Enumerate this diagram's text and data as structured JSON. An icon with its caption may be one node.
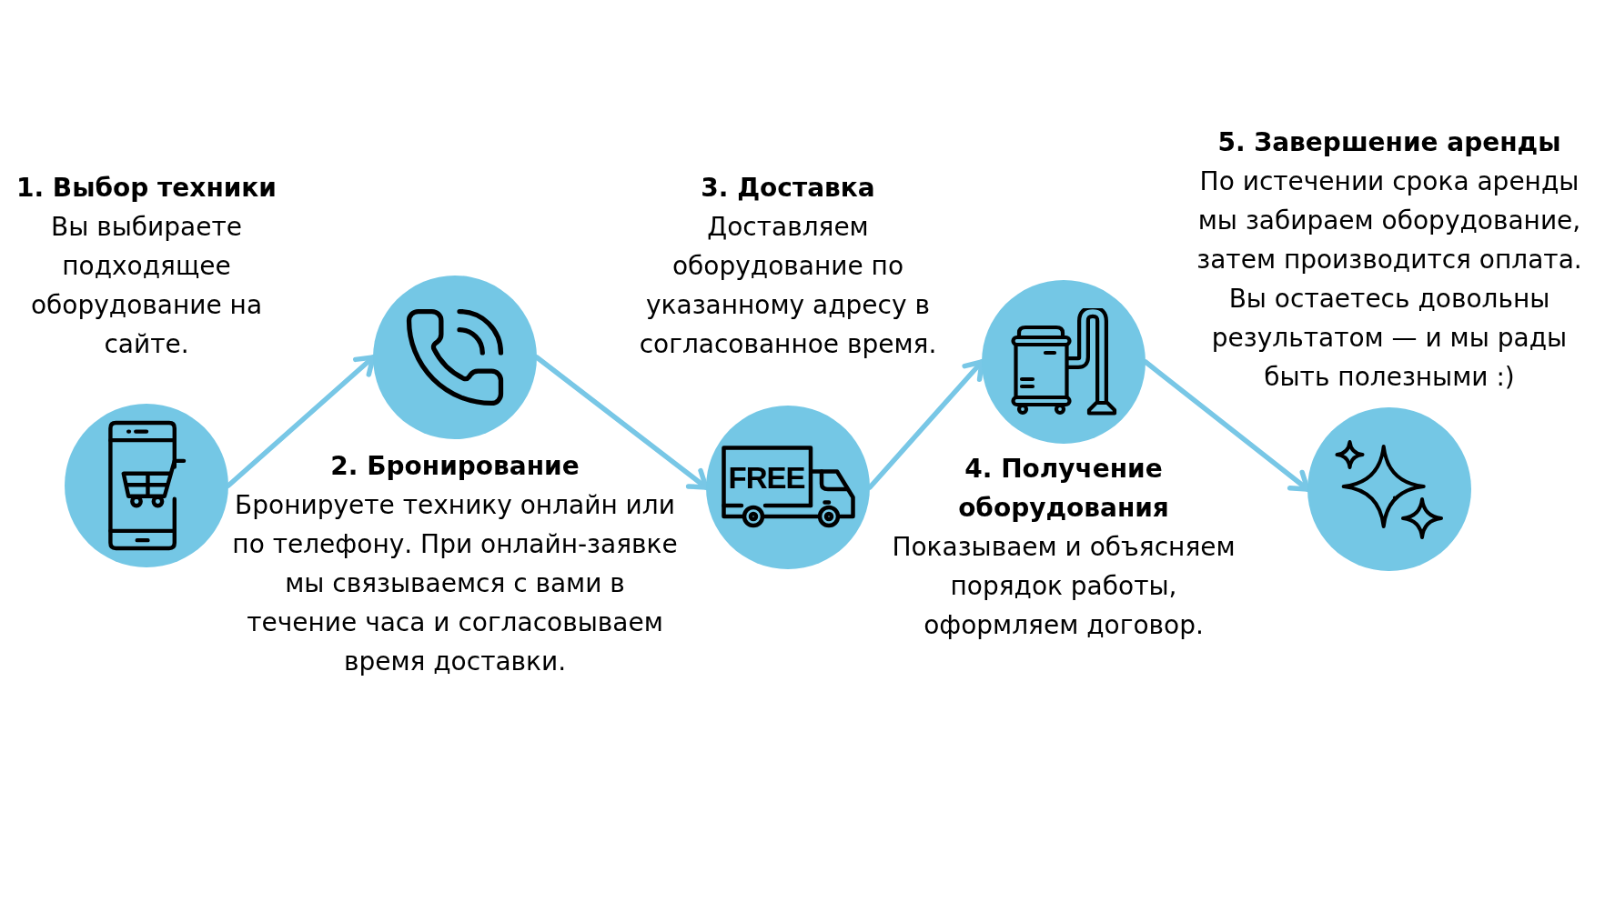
{
  "diagram": {
    "nodes": [
      {
        "text": [
          "1. Выбор техники",
          "Вы выбираете подходящее оборудование на сайте."
        ]
      },
      {
        "text": [
          "2. Бронирование",
          "Бронируете технику онлайн или по телефону. При онлайн-заявке мы связываемся с вами в течение часа и согласовываем время доставки."
        ]
      },
      {
        "text": [
          "3. Доставка",
          "Доставляем оборудование по указанному адресу в согласованное время."
        ]
      },
      {
        "text": [
          "4. Получение оборудования",
          "Показываем и объясняем порядок работы, оформляем договор."
        ]
      },
      {
        "text": [
          "5. Завершение аренды",
          "По истечении срока аренды мы забираем оборудование, затем производится оплата. Вы остаетесь довольны результатом — и мы рады быть полезными :)"
        ]
      }
    ],
    "edges": [
      {
        "from": 0,
        "to": 1,
        "arrow": "to"
      },
      {
        "from": 1,
        "to": 2,
        "arrow": "to"
      },
      {
        "from": 2,
        "to": 3,
        "arrow": "to"
      },
      {
        "from": 3,
        "to": 4,
        "arrow": "to"
      }
    ],
    "labels": [
      "FREE"
    ]
  }
}
